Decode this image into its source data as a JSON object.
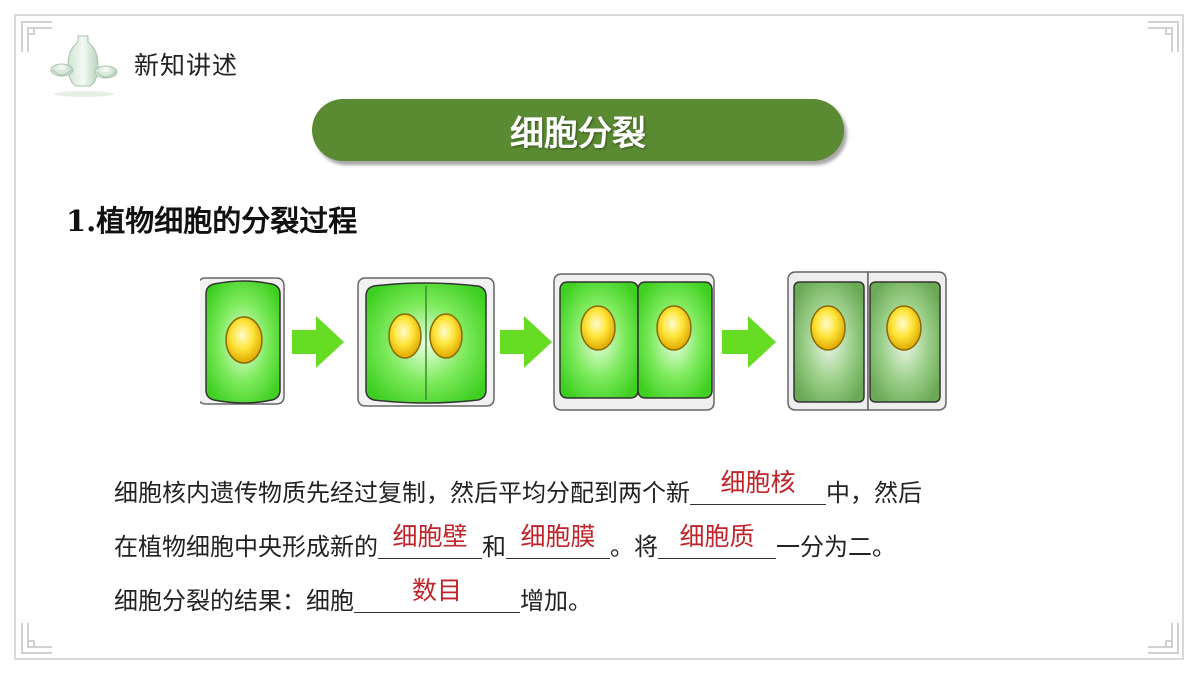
{
  "header": {
    "label": "新知讲述",
    "icon": "tea-set-icon"
  },
  "title": "细胞分裂",
  "section_heading": "1.植物细胞的分裂过程",
  "diagram": {
    "description_icons": [
      "plant-cell-icon",
      "arrow-right-icon"
    ]
  },
  "text": {
    "line1_a": "细胞核内遗传物质先经过复制，然后平均分配到两个新",
    "line1_b": "中，然后",
    "line2_a": "在植物细胞中央形成新的",
    "line2_b": "和",
    "line2_c": "。将",
    "line2_d": "一分为二。",
    "line3_a": "细胞分裂的结果：细胞",
    "line3_b": "增加。"
  },
  "answers": {
    "a1": "细胞核",
    "a2": "细胞壁",
    "a3": "细胞膜",
    "a4": "细胞质",
    "a5": "数目"
  },
  "colors": {
    "pill": "#5a8a32",
    "answer": "#c0242a",
    "cell_green": "#55dd33",
    "nucleus": "#ffd21a",
    "arrow": "#66dd22"
  }
}
